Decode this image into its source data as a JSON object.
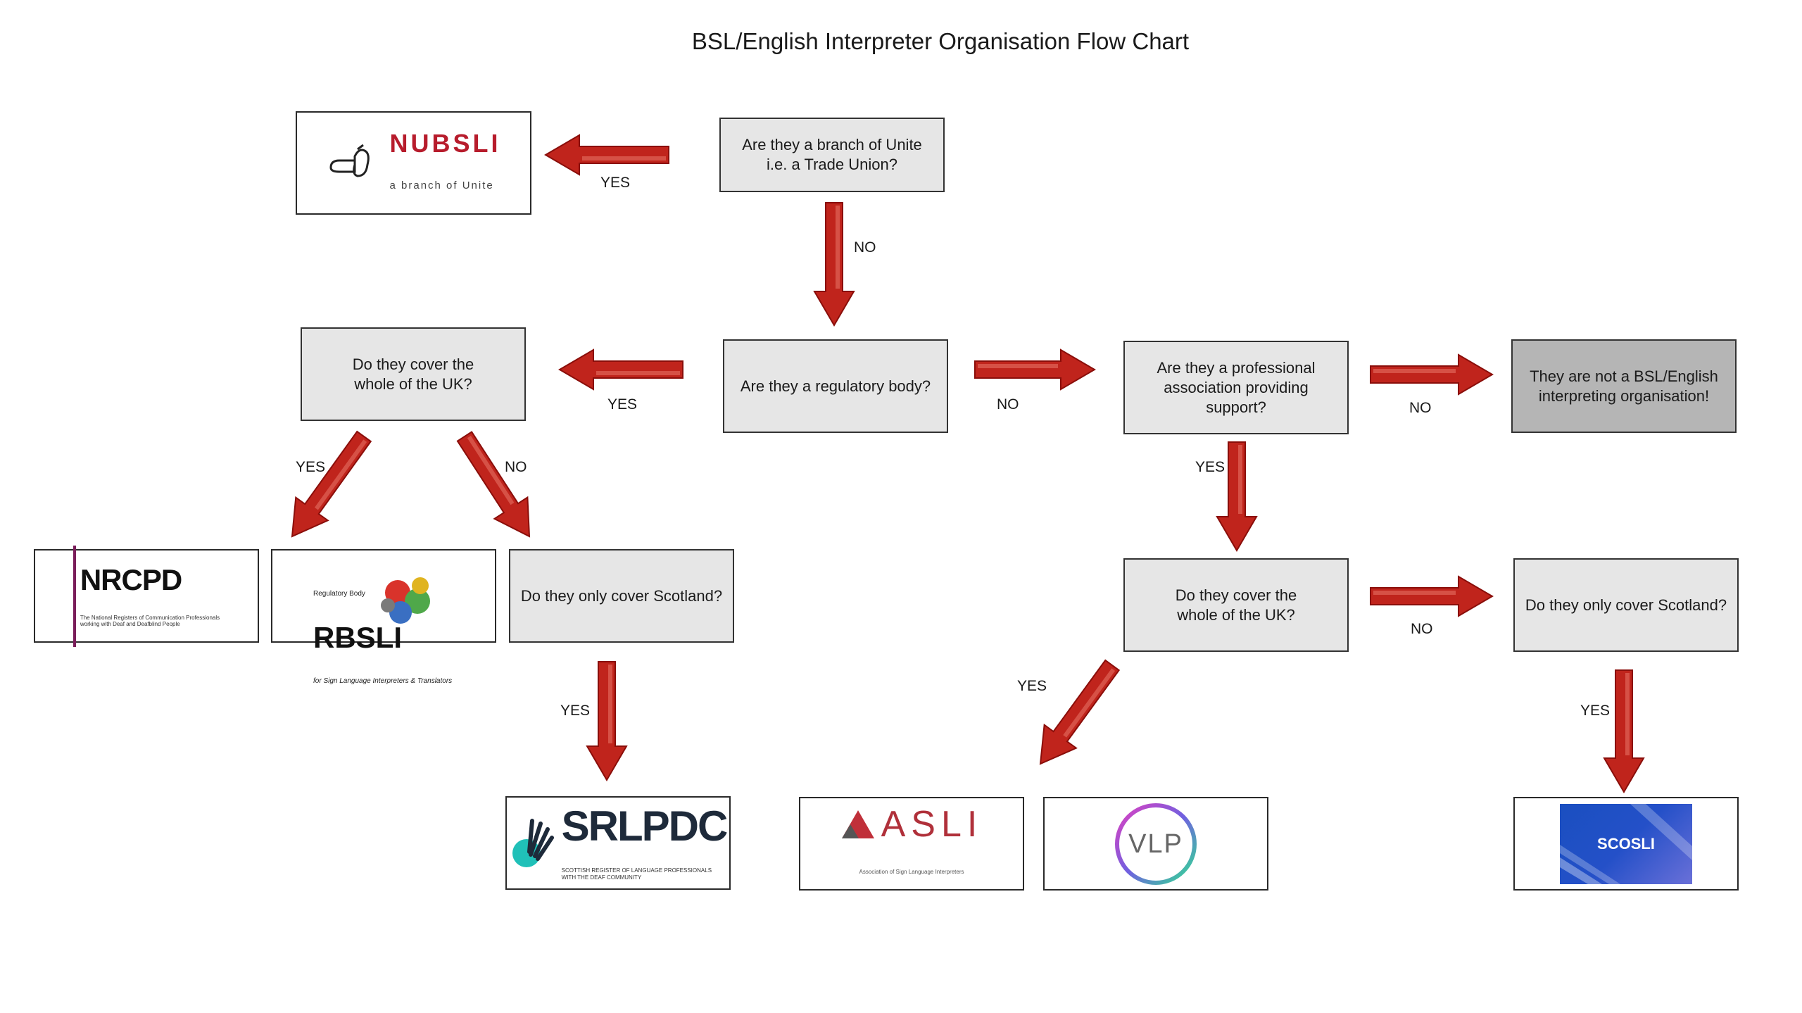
{
  "title": "BSL/English Interpreter Organisation Flow Chart",
  "nodes": {
    "q_unite": "Are they a branch of Unite\ni.e. a Trade Union?",
    "q_regulatory": "Are they a regulatory body?",
    "q_whole_uk_left": "Do they cover the\nwhole of the UK?",
    "q_scotland_left": "Do they only cover Scotland?",
    "q_professional": "Are they a professional\nassociation providing support?",
    "not_org": "They are not a BSL/English\ninterpreting organisation!",
    "q_whole_uk_right": "Do they cover the\nwhole of the UK?",
    "q_scotland_right": "Do they only cover Scotland?"
  },
  "edge_labels": {
    "unite_yes": "YES",
    "unite_no": "NO",
    "regulatory_yes": "YES",
    "regulatory_no": "NO",
    "ukleft_yes": "YES",
    "ukleft_no": "NO",
    "scotleft_yes": "YES",
    "prof_yes": "YES",
    "prof_no": "NO",
    "ukright_yes": "YES",
    "ukright_no": "NO",
    "scotright_yes": "YES"
  },
  "logos": {
    "nubsli": {
      "name": "NUBSLI",
      "sub": "a branch of Unite"
    },
    "nrcpd": {
      "name": "NRCPD",
      "sub": "The National Registers of Communication Professionals\nworking with Deaf and Deafblind People"
    },
    "rbsli": {
      "top": "Regulatory Body",
      "name": "RBSLI",
      "sub": "for Sign Language Interpreters & Translators"
    },
    "srlpdc": {
      "name": "SRLPDC",
      "sub": "SCOTTISH REGISTER OF LANGUAGE PROFESSIONALS\nWITH THE DEAF COMMUNITY"
    },
    "asli": {
      "name": "ASLI",
      "sub": "Association of Sign Language Interpreters"
    },
    "vlp": {
      "name": "VLP"
    },
    "scosli": {
      "name": "SCOSLI"
    }
  },
  "colors": {
    "arrow_dark": "#a01010",
    "arrow_light": "#e25a4a",
    "box_fill": "#e6e6e6",
    "box_dark": "#b5b5b5"
  }
}
